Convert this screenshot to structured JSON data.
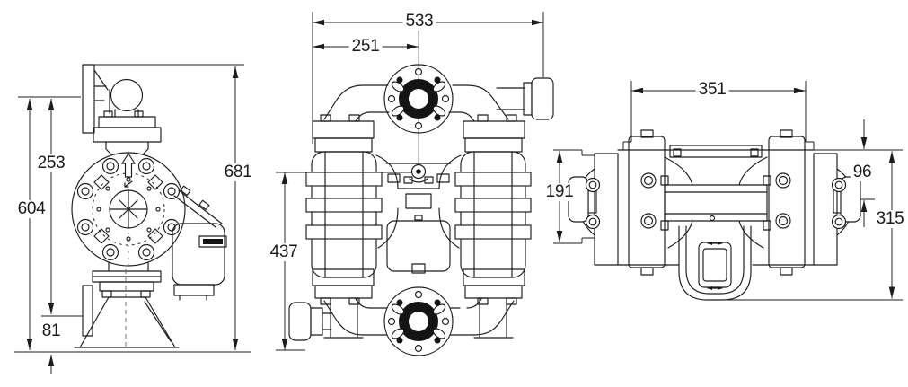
{
  "line_color": "#1c1c1c",
  "views": {
    "side": {
      "dims": {
        "inlet_center_height": "253",
        "outlet_center_height": "604",
        "base_clearance": "81",
        "overall_height": "681"
      }
    },
    "front": {
      "dims": {
        "overall_width": "533",
        "outlet_center_from_left": "251",
        "manifold_span_height": "437"
      }
    },
    "top": {
      "dims": {
        "mounting_span": "351",
        "cover_span": "191",
        "top_to_port_center": "96",
        "overall_depth": "315"
      }
    }
  }
}
